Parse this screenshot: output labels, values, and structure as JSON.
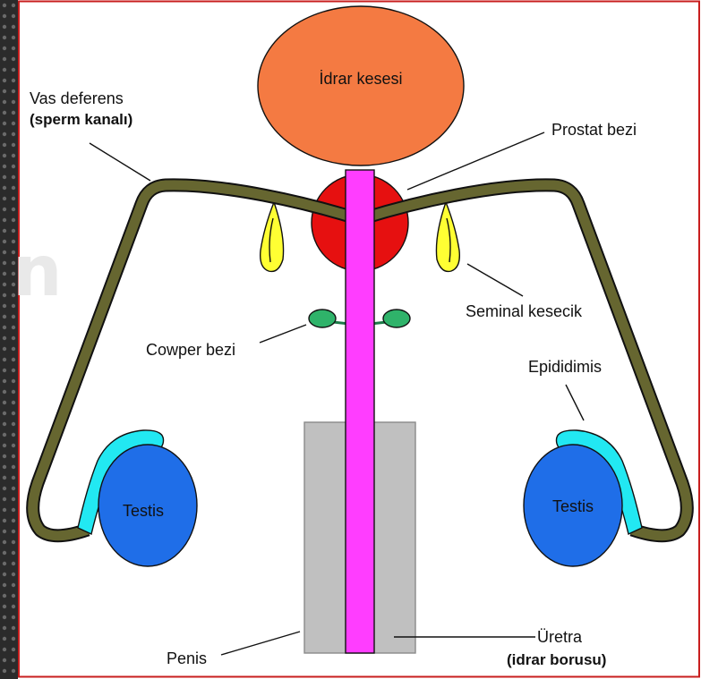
{
  "diagram": {
    "labels": {
      "bladder": "İdrar kesesi",
      "vas_deferens": "Vas deferens",
      "vas_deferens_note": "(sperm kanalı)",
      "prostate": "Prostat bezi",
      "seminal_vesicle": "Seminal kesecik",
      "cowper": "Cowper bezi",
      "epididymis": "Epididimis",
      "testis_left": "Testis",
      "testis_right": "Testis",
      "penis": "Penis",
      "urethra": "Üretra",
      "urethra_note": "(idrar borusu)"
    },
    "watermark": "n",
    "colors": {
      "bladder": "#f47a42",
      "prostate": "#e61010",
      "urethra": "#ff3dff",
      "penis": "#c0c0c0",
      "vas_deferens": "#666630",
      "seminal_vesicle": "#ffff33",
      "cowper": "#2fb36a",
      "testis": "#1f6ee8",
      "epididymis": "#22e8f2",
      "note_blue": "#2440e0",
      "note_red": "#e01818",
      "frame": "#c81e1e"
    }
  }
}
